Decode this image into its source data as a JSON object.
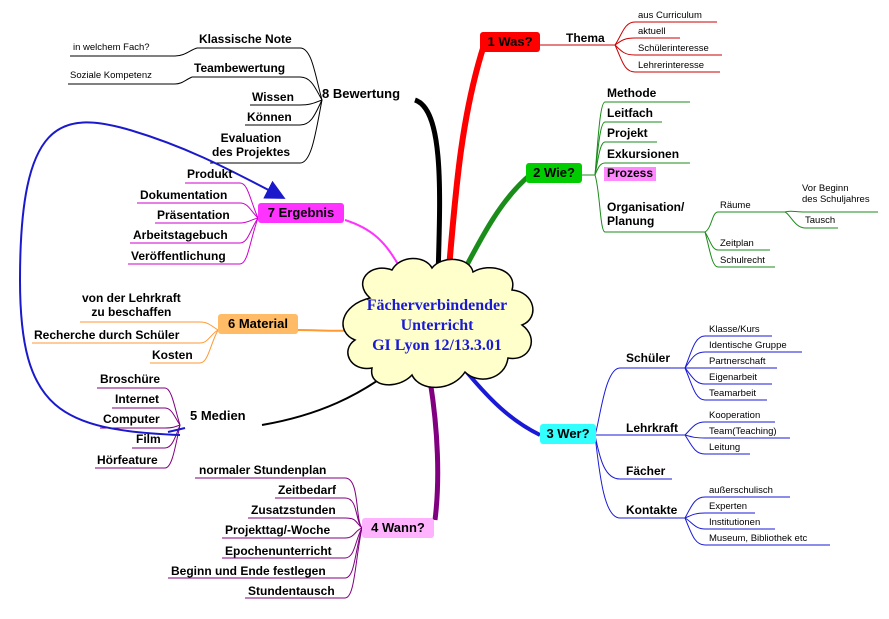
{
  "center": {
    "line1": "Fächerverbindender",
    "line2": "Unterricht",
    "line3": "GI Lyon 12/13.3.01"
  },
  "colors": {
    "was": "#ff0000",
    "wie": "#00cc00",
    "wer": "#33ffff",
    "wann": "#ffb3ff",
    "medien": "#000000",
    "material": "#ffbb66",
    "ergebnis": "#ff33ff",
    "bewertung": "#000000",
    "prozess": "#ff88ff",
    "cloud": "#ffffcc"
  },
  "was": {
    "label": "1 Was?",
    "thema": "Thema",
    "items": [
      "aus Curriculum",
      "aktuell",
      "Schülerinteresse",
      "Lehrerinteresse"
    ]
  },
  "wie": {
    "label": "2 Wie?",
    "items": [
      "Methode",
      "Leitfach",
      "Projekt",
      "Exkursionen",
      "Prozess"
    ],
    "org": "Organisation/",
    "org2": "Planung",
    "raeume": "Räume",
    "vor1": "Vor Beginn",
    "vor2": "des Schuljahres",
    "tausch": "Tausch",
    "zeitplan": "Zeitplan",
    "schulrecht": "Schulrecht"
  },
  "wer": {
    "label": "3 Wer?",
    "schueler": "Schüler",
    "schueler_items": [
      "Klasse/Kurs",
      "Identische Gruppe",
      "Partnerschaft",
      "Eigenarbeit",
      "Teamarbeit"
    ],
    "lehrkraft": "Lehrkraft",
    "lehrkraft_items": [
      "Kooperation",
      "Team(Teaching)",
      "Leitung"
    ],
    "faecher": "Fächer",
    "kontakte": "Kontakte",
    "kontakte_items": [
      "außerschulisch",
      "Experten",
      "Institutionen",
      "Museum, Bibliothek etc"
    ]
  },
  "wann": {
    "label": "4 Wann?",
    "items": [
      "normaler Stundenplan",
      "Zeitbedarf",
      "Zusatzstunden",
      "Projekttag/-Woche",
      "Epochenunterricht",
      "Beginn und Ende festlegen",
      "Stundentausch"
    ]
  },
  "medien": {
    "label": "5 Medien",
    "items": [
      "Broschüre",
      "Internet",
      "Computer",
      "Film",
      "Hörfeature"
    ]
  },
  "material": {
    "label": "6 Material",
    "item1a": "von der Lehrkraft",
    "item1b": "zu beschaffen",
    "item2": "Recherche durch Schüler",
    "item3": "Kosten"
  },
  "ergebnis": {
    "label": "7 Ergebnis",
    "items": [
      "Produkt",
      "Dokumentation",
      "Präsentation",
      "Arbeitstagebuch",
      "Veröffentlichung"
    ]
  },
  "bewertung": {
    "label": "8 Bewertung",
    "klassische": "Klassische Note",
    "fach": "in welchem Fach?",
    "team": "Teambewertung",
    "sozial": "Soziale Kompetenz",
    "wissen": "Wissen",
    "koennen": "Können",
    "eval1": "Evaluation",
    "eval2": "des Projektes"
  }
}
